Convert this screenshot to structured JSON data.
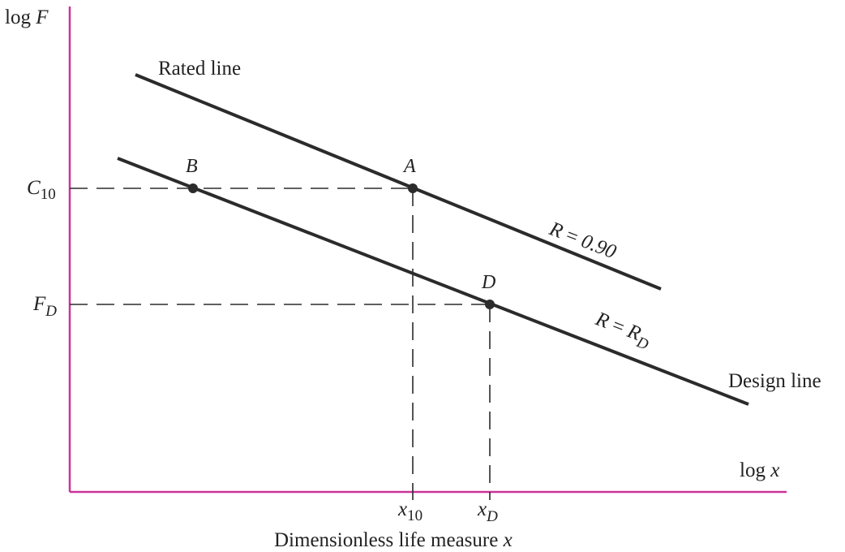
{
  "axes": {
    "y_label": {
      "main": "log",
      "var": "F"
    },
    "x_label": {
      "main": "log",
      "var": "x"
    },
    "x_caption": "Dimensionless life measure",
    "x_caption_var": "x",
    "color": "#cc3399"
  },
  "lines": {
    "rated": {
      "label": "Rated line",
      "reliability": {
        "var": "R",
        "op": " = ",
        "value": "0.90"
      }
    },
    "design": {
      "label": "Design line",
      "reliability": {
        "var": "R",
        "op": " = ",
        "sym": "R",
        "sub": "D"
      }
    }
  },
  "points": {
    "A": "A",
    "B": "B",
    "D": "D"
  },
  "y_ticks": {
    "c10": {
      "main": "C",
      "sub": "10"
    },
    "fd": {
      "main": "F",
      "sub": "D"
    }
  },
  "x_ticks": {
    "x10": {
      "main": "x",
      "sub": "10"
    },
    "xd": {
      "main": "x",
      "sub": "D"
    }
  },
  "colors": {
    "line": "#2b2b2b",
    "axis": "#cc3399"
  }
}
